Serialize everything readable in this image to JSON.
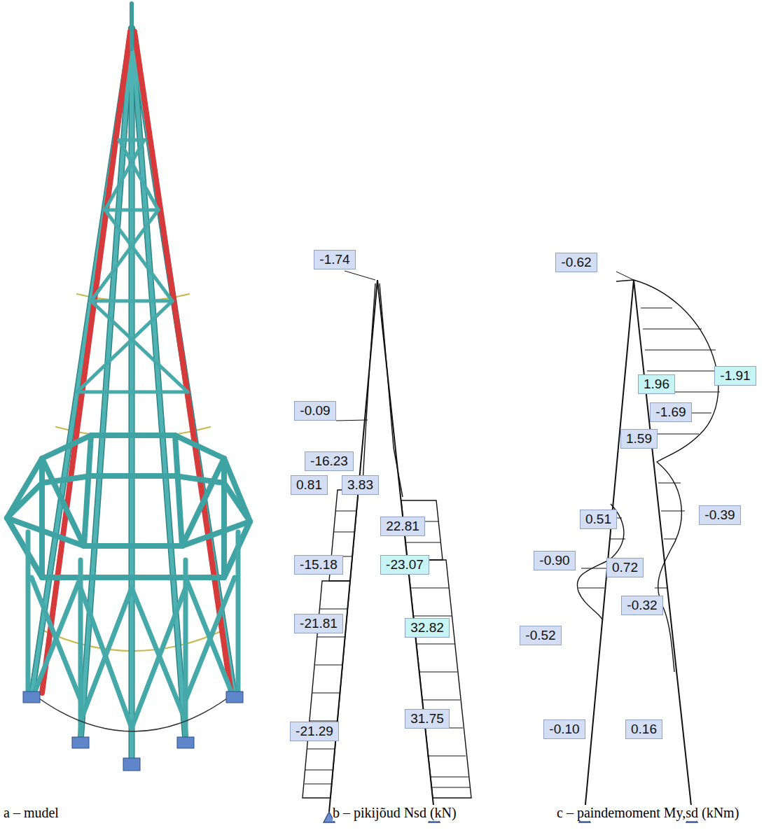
{
  "diagram": {
    "nodes": [
      {
        "text": [
          "-1.74"
        ]
      },
      {
        "text": [
          "-0.09"
        ]
      },
      {
        "text": [
          "-16.23"
        ]
      },
      {
        "text": [
          "0.81"
        ]
      },
      {
        "text": [
          "3.83"
        ]
      },
      {
        "text": [
          "22.81"
        ]
      },
      {
        "text": [
          "-15.18"
        ]
      },
      {
        "text": [
          "-23.07"
        ]
      },
      {
        "text": [
          "-21.81"
        ]
      },
      {
        "text": [
          "32.82"
        ]
      },
      {
        "text": [
          "-21.29"
        ]
      },
      {
        "text": [
          "31.75"
        ]
      },
      {
        "text": [
          "-0.62"
        ]
      },
      {
        "text": [
          "1.96"
        ]
      },
      {
        "text": [
          "-1.91"
        ]
      },
      {
        "text": [
          "-1.69"
        ]
      },
      {
        "text": [
          "1.59"
        ]
      },
      {
        "text": [
          "0.51"
        ]
      },
      {
        "text": [
          "-0.39"
        ]
      },
      {
        "text": [
          "-0.90"
        ]
      },
      {
        "text": [
          "0.72"
        ]
      },
      {
        "text": [
          "-0.32"
        ]
      },
      {
        "text": [
          "-0.52"
        ]
      },
      {
        "text": [
          "-0.10"
        ]
      },
      {
        "text": [
          "0.16"
        ]
      }
    ],
    "labels": [
      "a – mudel",
      "b – pikijõud Nsd (kN)",
      "c – paindemoment My,sd (kNm)"
    ]
  }
}
